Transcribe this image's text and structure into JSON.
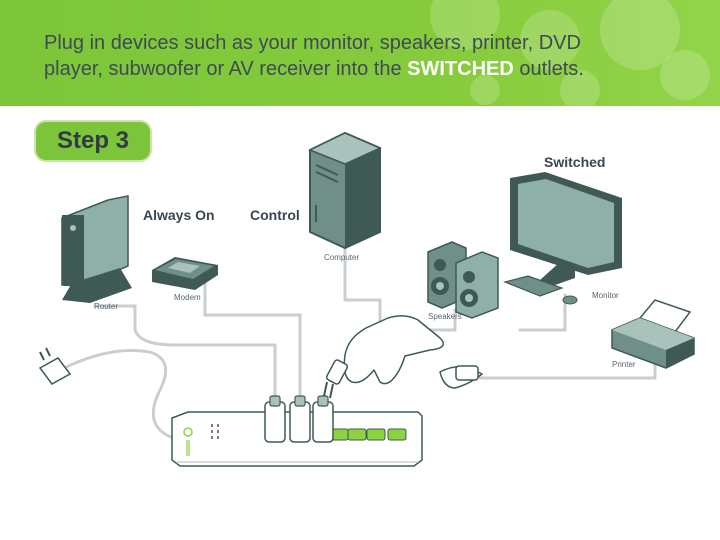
{
  "instruction": {
    "line1": "Plug in devices such as your monitor, speakers, printer, DVD",
    "line2_prefix": "player, subwoofer or AV receiver into the ",
    "line2_emphasis": "SWITCHED",
    "line2_suffix": " outlets."
  },
  "step_label": "Step 3",
  "sections": {
    "always_on": "Always On",
    "control": "Control",
    "switched": "Switched"
  },
  "devices": {
    "router": "Router",
    "modem": "Modem",
    "computer": "Computer",
    "speakers": "Speakers",
    "monitor": "Monitor",
    "printer": "Printer"
  },
  "colors": {
    "header_green": "#7cc53a",
    "device_dark": "#3f5a55",
    "device_mid": "#6f8f88",
    "device_light": "#a9c2bb",
    "cable_gray": "#c9cfd1",
    "outlet_green": "#8ed23f",
    "text_dark": "#3a4652"
  }
}
